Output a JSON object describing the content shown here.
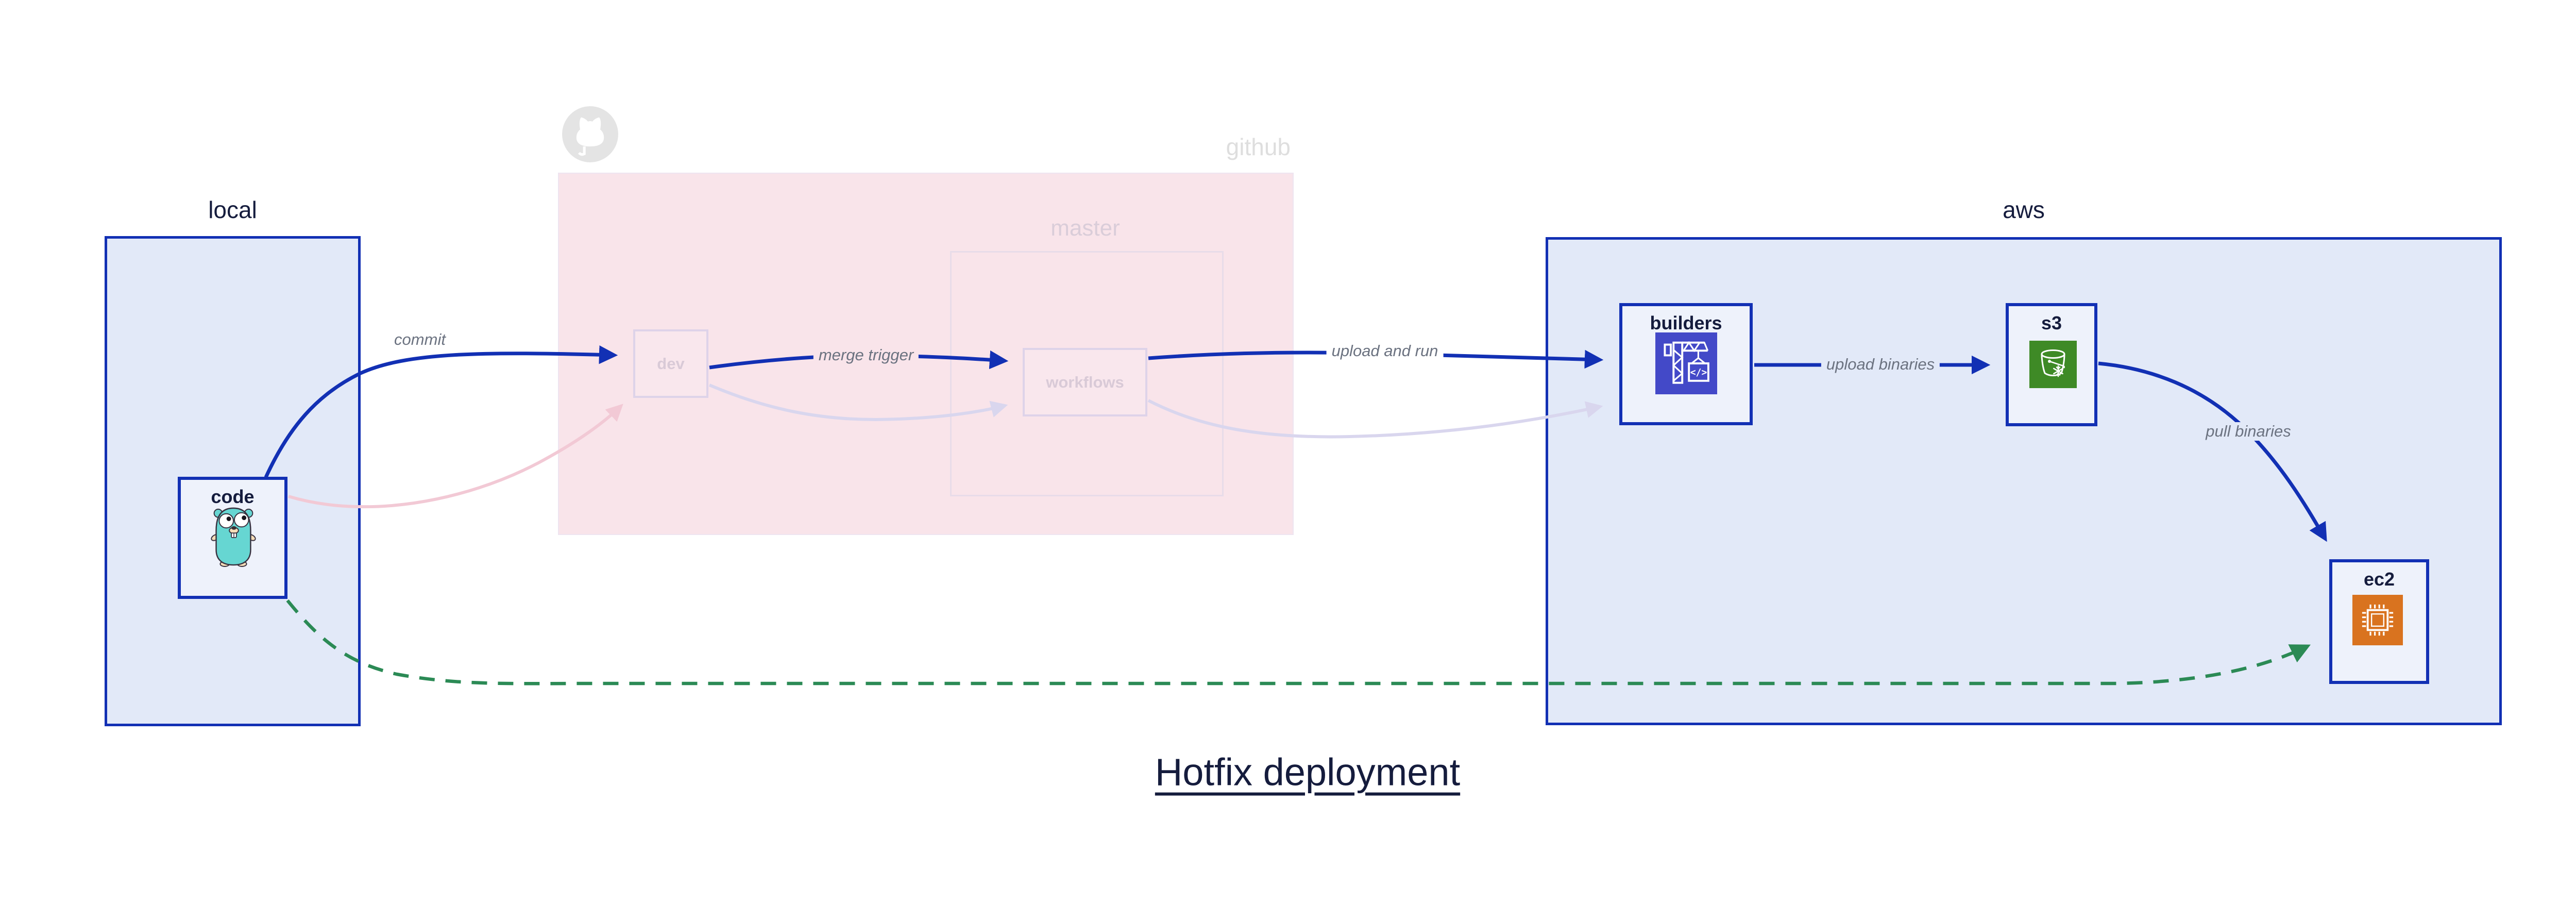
{
  "title": "Hotfix deployment",
  "groups": {
    "local": {
      "label": "local"
    },
    "github": {
      "label": "github",
      "branch_label": "master"
    },
    "aws": {
      "label": "aws"
    }
  },
  "nodes": {
    "code": {
      "label": "code",
      "icon": "go-gopher-icon"
    },
    "dev": {
      "label": "dev"
    },
    "workflows": {
      "label": "workflows"
    },
    "builders": {
      "label": "builders",
      "icon": "crane-codebuild-icon"
    },
    "s3": {
      "label": "s3",
      "icon": "bucket-snowflake-icon"
    },
    "ec2": {
      "label": "ec2",
      "icon": "chip-icon"
    }
  },
  "edges": {
    "commit": {
      "label": "commit",
      "from": "code",
      "to": "dev",
      "style": "solid-blue"
    },
    "merge_trigger": {
      "label": "merge trigger",
      "from": "dev",
      "to": "workflows",
      "style": "solid-blue"
    },
    "upload_and_run": {
      "label": "upload and run",
      "from": "workflows",
      "to": "builders",
      "style": "solid-blue"
    },
    "upload_binaries": {
      "label": "upload binaries",
      "from": "builders",
      "to": "s3",
      "style": "solid-blue"
    },
    "pull_binaries": {
      "label": "pull binaries",
      "from": "s3",
      "to": "ec2",
      "style": "solid-blue"
    },
    "hotfix_path": {
      "label": "",
      "from": "code",
      "to": "ec2",
      "style": "dashed-green"
    },
    "faded_code_dev": {
      "label": "",
      "from": "code",
      "to": "dev",
      "style": "faded-pink"
    },
    "faded_dev_workflows": {
      "label": "",
      "from": "dev",
      "to": "workflows",
      "style": "faded-lavender"
    },
    "faded_workflows_builders": {
      "label": "",
      "from": "workflows",
      "to": "builders",
      "style": "faded-lavender"
    }
  },
  "colors": {
    "accent_blue": "#1230b4",
    "hotfix_green": "#2b8a55",
    "group_fill": "#e2e9f8",
    "node_fill": "#eef2fb",
    "github_pink_fill": "#f9e4ea",
    "navy_text": "#151c3d",
    "edge_label_gray": "#6b7280",
    "faded_pink_edge": "#f2c9d5",
    "faded_lavender_edge": "#d9d6ee",
    "codebuild_indigo": "#4349c8",
    "s3_green": "#3e8a26",
    "ec2_orange": "#d9731f",
    "gopher_teal": "#66d6d2",
    "faded_text": "#d9cad7",
    "github_gray": "#dedede"
  }
}
